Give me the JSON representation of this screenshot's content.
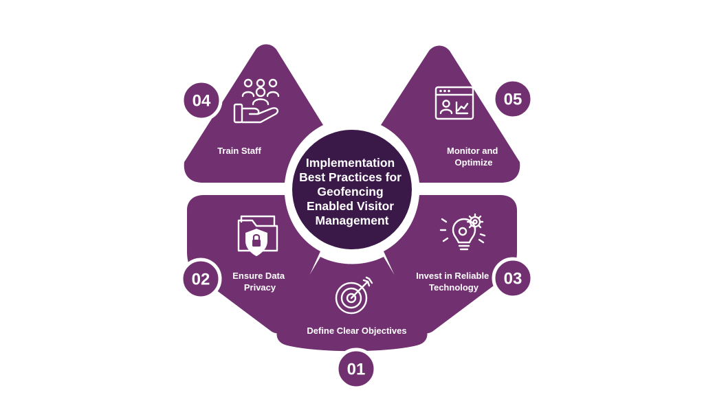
{
  "center": {
    "title_lines": [
      "Implementation",
      "Best Practices for",
      "Geofencing",
      "Enabled Visitor",
      "Management"
    ]
  },
  "steps": [
    {
      "number": "01",
      "label_lines": [
        "Define Clear Objectives"
      ],
      "icon": "target-icon"
    },
    {
      "number": "02",
      "label_lines": [
        "Ensure Data",
        "Privacy"
      ],
      "icon": "folder-lock-shield-icon"
    },
    {
      "number": "03",
      "label_lines": [
        "Invest in Reliable",
        "Technology"
      ],
      "icon": "lightbulb-gears-icon"
    },
    {
      "number": "04",
      "label_lines": [
        "Train Staff"
      ],
      "icon": "group-hand-icon"
    },
    {
      "number": "05",
      "label_lines": [
        "Monitor and",
        "Optimize"
      ],
      "icon": "dashboard-chart-icon"
    }
  ],
  "colors": {
    "petal": "#713070",
    "hub": "#3a1949",
    "text": "#ffffff"
  }
}
